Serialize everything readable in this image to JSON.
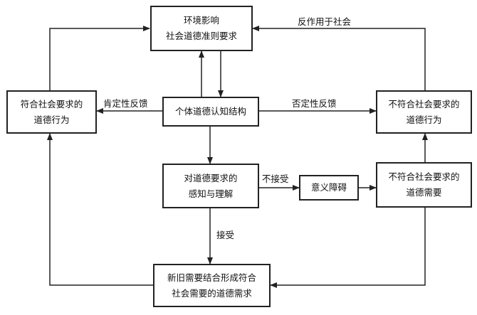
{
  "boxes": {
    "env": [
      "环境影响",
      "社会道德准则要求"
    ],
    "individual": [
      "个体道德认知结构"
    ],
    "perception": [
      "对道德要求的",
      "感知与理解"
    ],
    "new_need": [
      "新旧需要结合形成符合",
      "社会需要的道德需求"
    ],
    "conform": [
      "符合社会要求的",
      "道德行为"
    ],
    "nonconform": [
      "不符合社会要求的",
      "道德行为"
    ],
    "nonconform_need": [
      "不符合社会要求的",
      "道德需要"
    ],
    "barrier": [
      "意义障碍"
    ]
  },
  "edge_labels": {
    "feedback_to_society": "反作用于社会",
    "positive_feedback": "肯定性反馈",
    "negative_feedback": "否定性反馈",
    "not_accept": "不接受",
    "accept": "接受"
  }
}
